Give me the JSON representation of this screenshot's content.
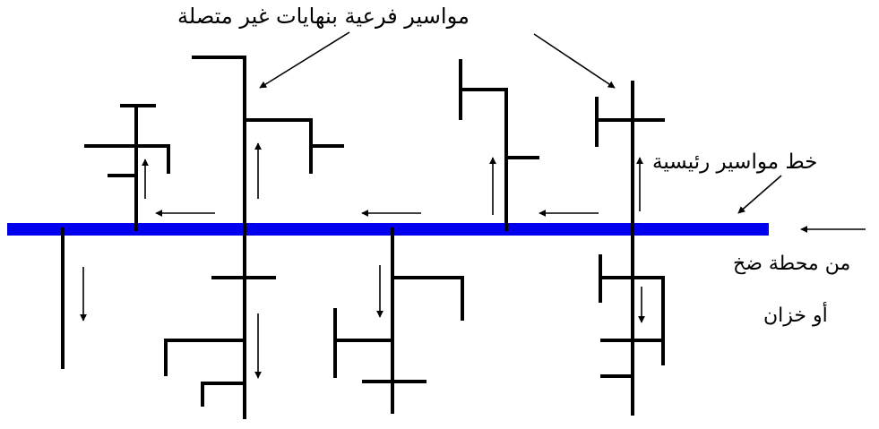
{
  "labels": {
    "branch_dead_ends": "مواسير فرعية بنهايات غير متصلة",
    "main_pipe_line": "خط مواسير رئيسية",
    "source_line1": "من محطة ضخ",
    "source_line2": "أو خزان"
  },
  "colors": {
    "main_pipe": "#0000ee",
    "pipes": "#000000",
    "arrows": "#000000"
  }
}
